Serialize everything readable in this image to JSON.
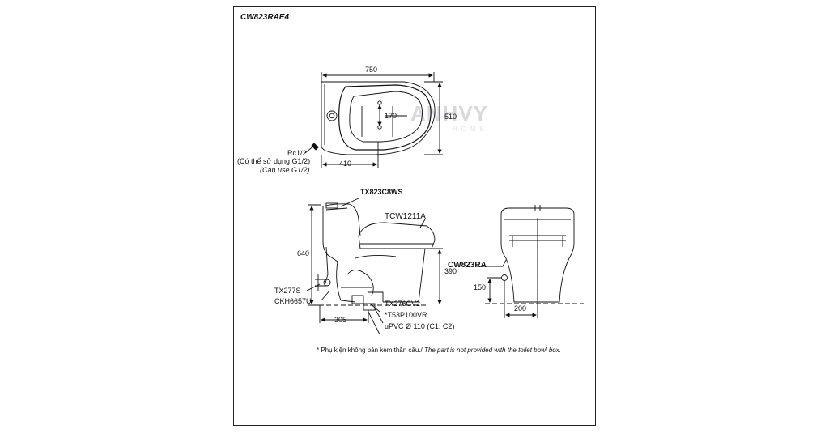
{
  "title": "CW823RAE4",
  "watermark": {
    "brand": "ANHVY",
    "sub": "HOME"
  },
  "top_view": {
    "dim_width": "750",
    "dim_depth": "510",
    "dim_hole": "170",
    "dim_offset": "410",
    "inlet_label": "Rc1/2",
    "inlet_note_vi": "(Có thể sử dụng G1/2)",
    "inlet_note_en": "(Can use G1/2)"
  },
  "side_view": {
    "tank_part": "TX823C8WS",
    "seat_part": "TCW1211A",
    "dim_height": "640",
    "dim_seat": "390",
    "dim_drain": "305",
    "valve_part": "TX277S",
    "hose_part": "CKH6657U",
    "flange_part": "TX276CV2",
    "gasket_part": "*T53P100VR",
    "pipe_part": "uPVC Ø 110 (C1, C2)"
  },
  "front_view": {
    "model": "CW823RA",
    "dim_inlet_height": "150",
    "dim_inlet_offset": "200"
  },
  "footnote": {
    "vi": "* Phụ kiện không bán kèm thân cầu./",
    "en": "The part is not provided with the toilet bowl box."
  }
}
